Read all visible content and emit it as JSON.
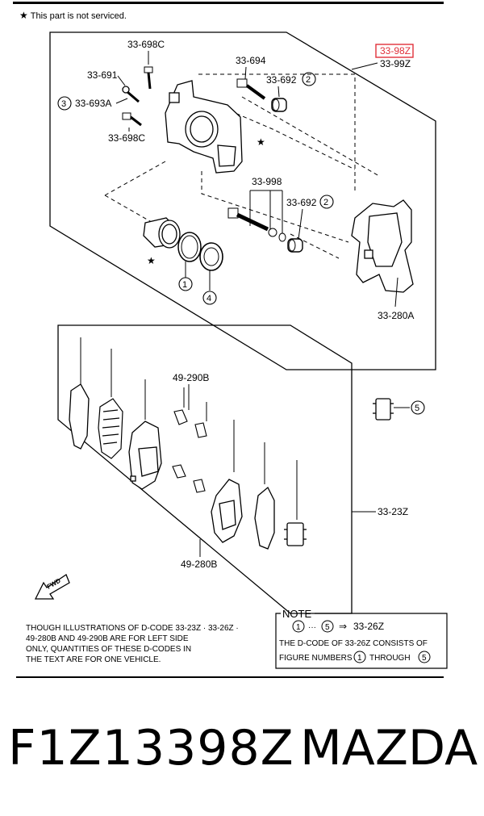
{
  "header": {
    "notice": "This part is not serviced.",
    "notice_icon": "star-icon"
  },
  "callouts": {
    "c33_98z": "33-98Z",
    "c33_99z": "33-99Z",
    "c33_698c_top": "33-698C",
    "c33_694": "33-694",
    "c33_692_a": "33-692",
    "c33_691": "33-691",
    "c33_693a": "33-693A",
    "c33_698c_bot": "33-698C",
    "c33_998": "33-998",
    "c33_692_b": "33-692",
    "c33_280a": "33-280A",
    "c49_290b": "49-290B",
    "c33_23z": "33-23Z",
    "c49_280b": "49-280B"
  },
  "circled_numbers": {
    "n1": "1",
    "n2a": "2",
    "n2b": "2",
    "n3": "3",
    "n4": "4",
    "n5": "5"
  },
  "highlight_color": "#e0303a",
  "fwd_label": "FWD",
  "footnote": {
    "line1": "THOUGH ILLUSTRATIONS OF D-CODE 33-23Z · 33-26Z ·",
    "line2": "49-280B AND 49-290B ARE FOR LEFT SIDE",
    "line3": "ONLY, QUANTITIES OF THESE D-CODES IN",
    "line4": "THE TEXT ARE FOR ONE VEHICLE."
  },
  "note_box": {
    "title": "NOTE",
    "row1_from": "1",
    "row1_dots": "···",
    "row1_to": "5",
    "row1_arrow": "⇒",
    "row1_code": "33-26Z",
    "line2": "THE D-CODE OF  33-26Z  CONSISTS OF",
    "line3_a": "FIGURE NUMBERS",
    "line3_n1": "1",
    "line3_b": "THROUGH",
    "line3_n2": "5"
  },
  "footer": {
    "part_number": "F1Z13398Z",
    "brand": "MAZDA"
  }
}
